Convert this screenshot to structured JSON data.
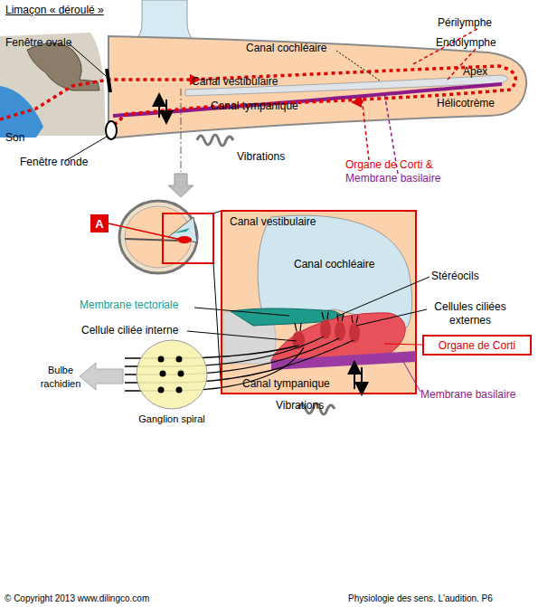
{
  "diagram": {
    "title": "Limaçon « déroulé »",
    "caption": "Physiologie des sens. L'audition. P6",
    "nodes": [
      {
        "text": [
          "A"
        ]
      },
      {
        "text": [
          "Organe de Corti"
        ]
      },
      {
        "text": [
          "Ganglion spiral"
        ]
      }
    ],
    "labels": [
      "Fenêtre ovale",
      "Canal cochléaire",
      "Périlymphe",
      "Endolymphe",
      "Apex",
      "Canal vestibulaire",
      "Canal tympanique",
      "Hélicotrème",
      "Son",
      "Vibrations",
      "Fenêtre ronde",
      "Organe de Corti & Membrane basilaire",
      "Canal vestibulaire",
      "Canal cochléaire",
      "Stéréocils",
      "Membrane tectoriale",
      "Cellules ciliées externes",
      "Cellule ciliée interne",
      "Bulbe rachidien",
      "Membrane basilaire",
      "Canal tympanique",
      "Vibrations",
      "© Copyright 2013 www.dilingco.com"
    ]
  }
}
